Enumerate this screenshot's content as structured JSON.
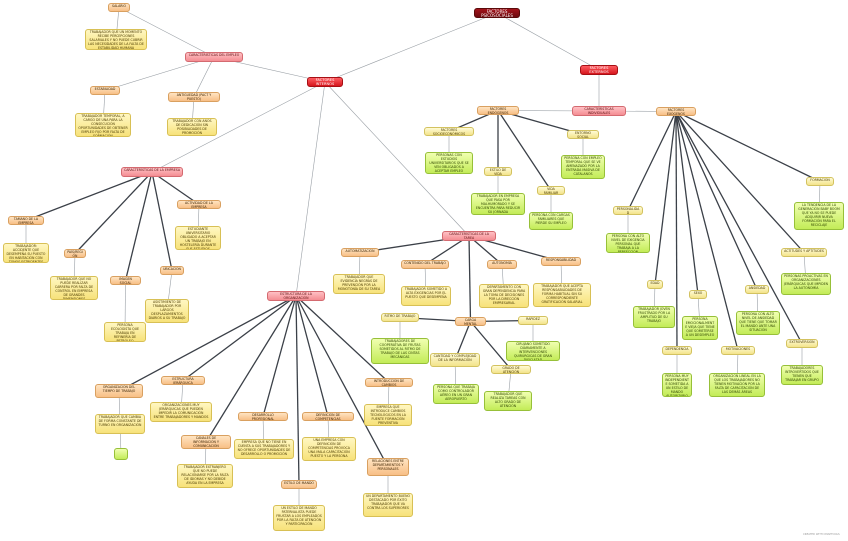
{
  "nodes": [
    {
      "id": "root",
      "text": "FACTORES PSICOSOCIALES"
    },
    {
      "id": "fi",
      "text": "FACTORES INTERNOS"
    },
    {
      "id": "fe",
      "text": "FACTORES EXTERNOS"
    },
    {
      "id": "ce",
      "text": "CARACTERÍSTICAS DEL EMPLEO"
    },
    {
      "id": "sal",
      "text": "SALARIO"
    },
    {
      "id": "sal_t",
      "text": "TRABAJADOR QUE UN MOMENTO RECIBE PERCEPCIONES SALARIALES Y NO PUEDE CUBRIR LAS NECESIDADES DE LA FALTA DE ESTABILIDAD HUMANA"
    },
    {
      "id": "est",
      "text": "ESTABILIDAD"
    },
    {
      "id": "est_t",
      "text": "TRABAJADOR TEMPORAL, A CARGO DE UNA PARA LA CONSECUCIÓN OPORTUNIDADES DE OBTENER EMPLEO FIJO POR FALTA DE FORMACIÓN"
    },
    {
      "id": "ant",
      "text": "ANTIGÜEDAD (PACT Y PUESTO)"
    },
    {
      "id": "ant_t",
      "text": "TRABAJADOR CON AÑOS DE DEDICACIÓN SIN POSIBILIDADES DE PROMOCIÓN"
    },
    {
      "id": "cemp",
      "text": "CARACTERÍSTICAS DE LA EMPRESA"
    },
    {
      "id": "tam",
      "text": "TAMAÑO DE LA EMPRESA"
    },
    {
      "id": "tam_t",
      "text": "TRABAJADOR: ACCIDENTE QUE DESEMPEÑA SU PUESTO EN HABITACIÓN CON TONOS ESTRIDENTES"
    },
    {
      "id": "pais",
      "text": "PAÍS/REGIÓN"
    },
    {
      "id": "pais_t",
      "text": "TRABAJADOR QUE NO PUEDE REALIZAR CARRERA POR FALTA DE CONTROL EN EMPRESA DE GRANDES DIMENSIONES"
    },
    {
      "id": "ims",
      "text": "IMAGEN SOCIAL"
    },
    {
      "id": "ims_t",
      "text": "PERSONA ECOLOGISTA QUE TRABAJA EN REFINERÍA DE PETRÓLEO"
    },
    {
      "id": "ubi",
      "text": "UBICACIÓN"
    },
    {
      "id": "ubi_t",
      "text": "ASISTIMIENTO DE TRABAJADOR POR LARGOS DESPLAZAMIENTOS DIARIOS A SU TRABAJO"
    },
    {
      "id": "act",
      "text": "ACTIVIDAD DE LA EMPRESA"
    },
    {
      "id": "act_t",
      "text": "ESTUDIANTE UNIVERSITARIO OBLIGADO A ACEPTAR UN TRABAJO EN HOSTELERÍA DURANTE SUS ESTUDIOS"
    },
    {
      "id": "eorg",
      "text": "ESTRUCTURA DE LA ORGANIZACIÓN"
    },
    {
      "id": "org",
      "text": "ORGANIZACIÓN DEL TIEMPO DE TRABAJO"
    },
    {
      "id": "org_t",
      "text": "TRABAJADOR QUE CAMBIA DE FORMA CONSTANTE DE TURNO EN ORGANIZACIÓN"
    },
    {
      "id": "ejer",
      "text": "ESTRUCTURA JERÁRQUICA"
    },
    {
      "id": "ejer_t",
      "text": "ORGANIZACIONES MUY JERÁRQUICAS QUE PUEDEN IMPEDIR LA COMUNICACIÓN ENTRE TRABAJADORES Y MANDOS"
    },
    {
      "id": "can",
      "text": "CANALES DE INFORMACIÓN Y COMUNICACIÓN"
    },
    {
      "id": "can_t",
      "text": "TRABAJADOR EXTRANJERO QUE NO PUEDE RELACIONARSE POR LA FALTA DE IDIOMAS Y NO DEBIDE AYUDA EN LA EMPRESA"
    },
    {
      "id": "dpro",
      "text": "DESARROLLO PROFESIONAL"
    },
    {
      "id": "dpro_t",
      "text": "EMPRESA QUE NO TIENE EN CUENTA A SUS TRABAJADORES Y NO OFRECE OPORTUNIDADES DE DESARROLLO O PROMOCIÓN"
    },
    {
      "id": "dcom",
      "text": "DEFINICIÓN DE COMPETENCIAS"
    },
    {
      "id": "dcom_t",
      "text": "UNA EMPRESA CON DEFINICIÓN DE COMPETENCIAS PROVOCA UNA MALA CAPACITACIÓN PUESTO Y LA PERSONA"
    },
    {
      "id": "estm",
      "text": "ESTILO DE MANDO"
    },
    {
      "id": "estm_t",
      "text": "UN ESTILO DE MANDO PATERNALISTA PUEDE FRUSTAR A LOS EMPLEADOS POR LA FALTA DE ATENCIÓN Y PARTICIPACIÓN"
    },
    {
      "id": "intro",
      "text": "INTRODUCCIÓN DE CAMBIOS"
    },
    {
      "id": "intro_t",
      "text": "EMPRESA QUE INTRODUCE CAMBIOS TECNOLÓGICOS EN LA FUENTE FORMACIÓN PREVENTIVA"
    },
    {
      "id": "rel",
      "text": "RELACIONES ENTRE DEPARTAMENTOS Y PERSONALES"
    },
    {
      "id": "rel_t",
      "text": "UN DEPARTAMENTO BUENO DESTACADO POR ÉXITO TRABAJADOR QUE VA CONTRA LOS SUPERIORES"
    },
    {
      "id": "ctar",
      "text": "CARACTERÍSTICAS DE LA TAREA"
    },
    {
      "id": "aut",
      "text": "AUTOMATIZACIÓN"
    },
    {
      "id": "aut_t",
      "text": "TRABAJADOR QUE EVIDENCIA NEGRAS DE PREVENCIÓN POR LA MONOTONÍA DE SU TAREA"
    },
    {
      "id": "cont",
      "text": "CONTENIDO DEL TRABAJO"
    },
    {
      "id": "cont_t",
      "text": "TRABAJADOR SOMETIDO A ALTA EXIGENCIAS POR EL PUESTO QUE DESEMPEÑA"
    },
    {
      "id": "auto",
      "text": "AUTONOMÍA"
    },
    {
      "id": "auto_t",
      "text": "DEPARTAMENTO CON GRAN DEPENDENCIA PARA LA TOMA DE DECISIONES POR LA DIRECCIÓN EMPRESARIAL"
    },
    {
      "id": "resp",
      "text": "RESPONSABILIDAD"
    },
    {
      "id": "resp_t",
      "text": "TRABAJADOR QUE ACEPTA RESPONSABILIDADES DE FORMA HABITUAL SIN SU CORRESPONDIENTE GRATIFICACIÓN SALARIAL"
    },
    {
      "id": "ritmo",
      "text": "RITMO DE TRABAJO"
    },
    {
      "id": "ritmo_t",
      "text": "TRABAJADORES DE COOPERATIVA DE FRUTAS SOMETIDOS AL RITMO DE TRABAJO DE LAS CINTAS MECÁNICAS"
    },
    {
      "id": "carga",
      "text": "CARGA MENTAL"
    },
    {
      "id": "cant",
      "text": "CANTIDAD Y COMPLEJIDAD DE LA INFORMACIÓN"
    },
    {
      "id": "cant_t",
      "text": "PERSONA QUE TRABAJA COMO CONTROLADOR AÉREO EN UN GRAN AEROPUERTO"
    },
    {
      "id": "grad",
      "text": "GRADO DE ATENCIÓN"
    },
    {
      "id": "grad_t",
      "text": "TRABAJADOR QUE REALIZA TAREAS CON ALTO GRADO DE ATENCIÓN"
    },
    {
      "id": "rapid",
      "text": "RAPIDEZ"
    },
    {
      "id": "rapid_t",
      "text": "CIRUJANO SOMETIDO DIARIAMENTE A INTERVENCIONES QUIRÚRGICAS DE GRAN DIFICULTAD"
    },
    {
      "id": "cind",
      "text": "CARACTERÍSTICAS INDIVIDUALES"
    },
    {
      "id": "fend",
      "text": "FACTORES ENDÓGENOS"
    },
    {
      "id": "fsoc",
      "text": "FACTORES SOCIOECONÓMICOS"
    },
    {
      "id": "fsoc_t",
      "text": "PERSONAS CON ESTUDIOS UNIVERSITARIOS QUE SE VEN OBLIGADOS A ACEPTAR EMPLEO INFERIOR"
    },
    {
      "id": "vida",
      "text": "ESTILO DE VIDA"
    },
    {
      "id": "vida_t",
      "text": "TRABAJADOR EN EMPRESA QUE PASA POR MALHUMORADO Y SE ENCUENTRA PARA REDUCIR SU JORNADA"
    },
    {
      "id": "ent",
      "text": "ENTORNO SOCIAL"
    },
    {
      "id": "ent_t",
      "text": "PERSONA CON EMPLEO TEMPORAL QUE SE VE AMENAZADO POR LA ENTRADA MASIVA DE CATALANOS"
    },
    {
      "id": "fam",
      "text": "VIDA FAMILIAR"
    },
    {
      "id": "fam_t",
      "text": "PERSONA CON CARGAS FAMILIARES QUE PIERDE SU EMPLEO"
    },
    {
      "id": "fexo",
      "text": "FACTORES EXÓGENOS"
    },
    {
      "id": "pers",
      "text": "PERSONALIDAD"
    },
    {
      "id": "pers_t",
      "text": "PERSONA CON ALTO NIVEL DE EXIGENCIA PERSONAL QUE TRABAJA A LA PERFECCIÓN"
    },
    {
      "id": "edad",
      "text": "EDAD"
    },
    {
      "id": "edad_t",
      "text": "TRABAJADOR JOVEN FRUSTRADO POR LA AMPLITUD DE SU TRABAJO"
    },
    {
      "id": "sexo",
      "text": "SEXO"
    },
    {
      "id": "sexo_t",
      "text": "PERSONA EMOCIONALMENTE VIEJA QUE TIENE QUE SOMETERSE A UN DESEMPLEO"
    },
    {
      "id": "dep",
      "text": "DEPENDENCIA"
    },
    {
      "id": "dep_t",
      "text": "PERSONA MUY INDEPENDIENTE SOMETIDA A UN ESTILO DE MANDO AUTORITARIO"
    },
    {
      "id": "ansi",
      "text": "ANSIEDAD"
    },
    {
      "id": "ansi_t",
      "text": "PERSONA CON ALTO NIVEL DE ANSIEDAD QUE TIENE QUE TOMAR EL MANDO ANTE UNA SITUACIÓN"
    },
    {
      "id": "motiv",
      "text": "MOTIVACIONES"
    },
    {
      "id": "motiv_t",
      "text": "ORGANIZACIÓN LINEAL EN LA QUE LOS TRABAJADORES NO TIENEN MOTIVACIÓN POR LA FALTA DE CAPACITACIÓN DE LAS DEMÁS ÁREAS"
    },
    {
      "id": "form",
      "text": "FORMACIÓN"
    },
    {
      "id": "form_t",
      "text": "LA TENDENCIA DE LA GENERACIÓN BABY BOOM QUE YA NO SE PUEDE ADQUIRIR NUEVA FORMACIÓN PARA EL RECICLAJE"
    },
    {
      "id": "acti",
      "text": "ACTITUDES Y APTITUDES"
    },
    {
      "id": "acti_t",
      "text": "PERSONAS PROACTIVAS EN ORGANIZACIONES JERÁRQUICAS QUE IMPIDEN LA AUTONOMÍA"
    },
    {
      "id": "extro",
      "text": "EXTROVERSIÓN"
    },
    {
      "id": "extro_t",
      "text": "TRABAJADORES INTROVERTIDOS QUE TIENEN QUE TRABAJAR EN GRUPO"
    },
    {
      "id": "blank",
      "text": ""
    }
  ],
  "credit": "CREATED WITH CMAPTOOLS"
}
